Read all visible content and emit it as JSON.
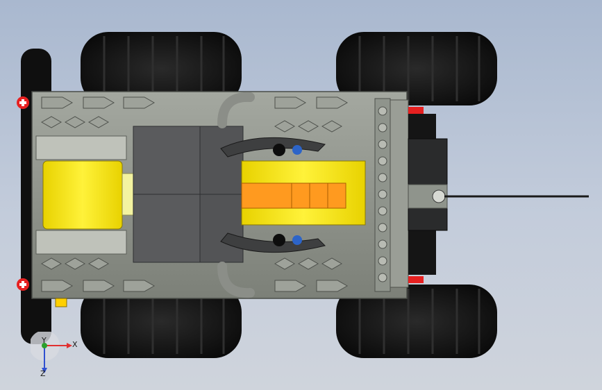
{
  "viewport": {
    "background_top": "#a9b8cf",
    "background_bottom": "#cfd4dc"
  },
  "model": {
    "tire_color": "#111111",
    "frame_color": "#8f948c",
    "body_color": "#58595b",
    "accent_yellow": "#ffe600",
    "accent_orange": "#ff9a1f",
    "pin_red": "#e62020",
    "axle_blue": "#2c64c8"
  },
  "triad": {
    "x_label": "X",
    "y_label": "Y",
    "z_label": "Z",
    "x_color": "#e03030",
    "y_color": "#2ca02c",
    "z_color": "#3050d0"
  }
}
